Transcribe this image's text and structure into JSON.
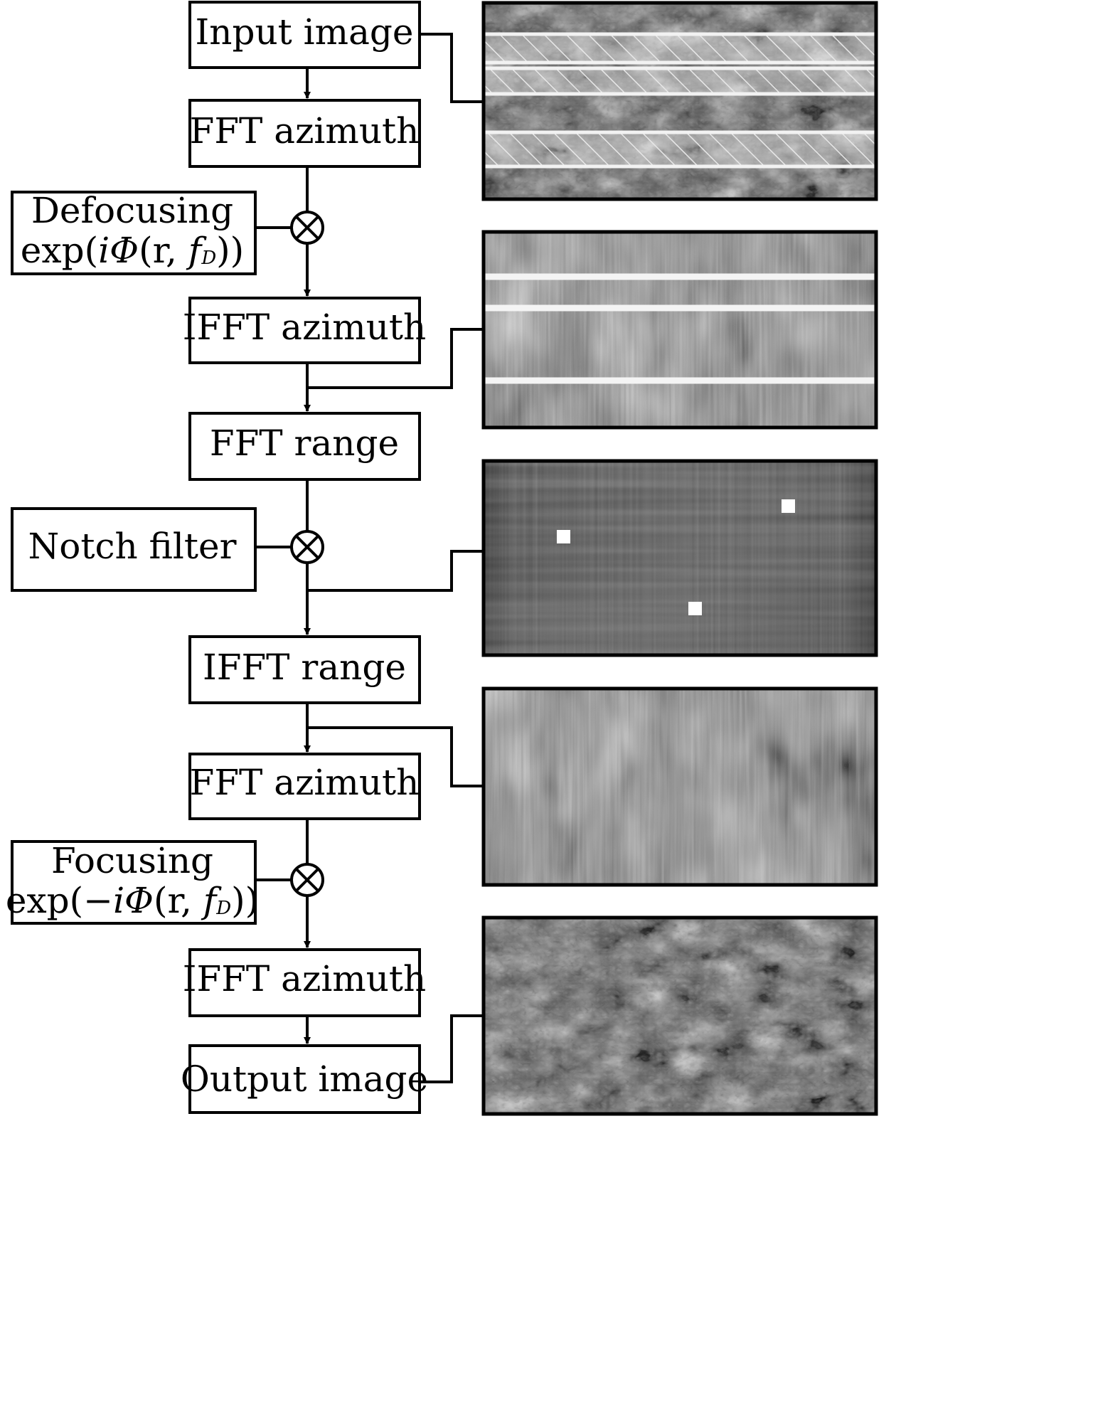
{
  "blocks": {
    "input_image": "Input image",
    "fft_azimuth_1": "FFT azimuth",
    "defocusing": {
      "line1": "Defocusing",
      "formula": {
        "pre": "exp(",
        "phi": "iΦ",
        "args": "(r, ",
        "fd": "f",
        "sub": "D",
        "post": "))"
      }
    },
    "ifft_azimuth_1": "IFFT azimuth",
    "fft_range": "FFT range",
    "notch_filter": "Notch filter",
    "ifft_range": "IFFT range",
    "fft_azimuth_2": "FFT azimuth",
    "focusing": {
      "line1": "Focusing",
      "formula": {
        "pre": "exp(−",
        "phi": "iΦ",
        "args": "(r, ",
        "fd": "f",
        "sub": "D",
        "post": "))"
      }
    },
    "ifft_azimuth_2": "IFFT azimuth",
    "output_image": "Output image"
  },
  "multiplier_symbol": "⊗",
  "panels": [
    {
      "name": "input-image-with-gap-stripes",
      "kind": "sar-with-hatched-gaps"
    },
    {
      "name": "defocused-image-with-gaps",
      "kind": "defocused-with-lines"
    },
    {
      "name": "range-spectrum-with-notches",
      "kind": "spectrum"
    },
    {
      "name": "defocused-image-filtered",
      "kind": "defocused"
    },
    {
      "name": "output-image-focused",
      "kind": "sar"
    }
  ],
  "colors": {
    "stroke": "#000000",
    "background": "#ffffff",
    "stripe": "#f0f0f0",
    "gray_dark": "#3a3a3a",
    "gray_mid": "#6e6e6e",
    "gray_light": "#a8a8a8"
  }
}
